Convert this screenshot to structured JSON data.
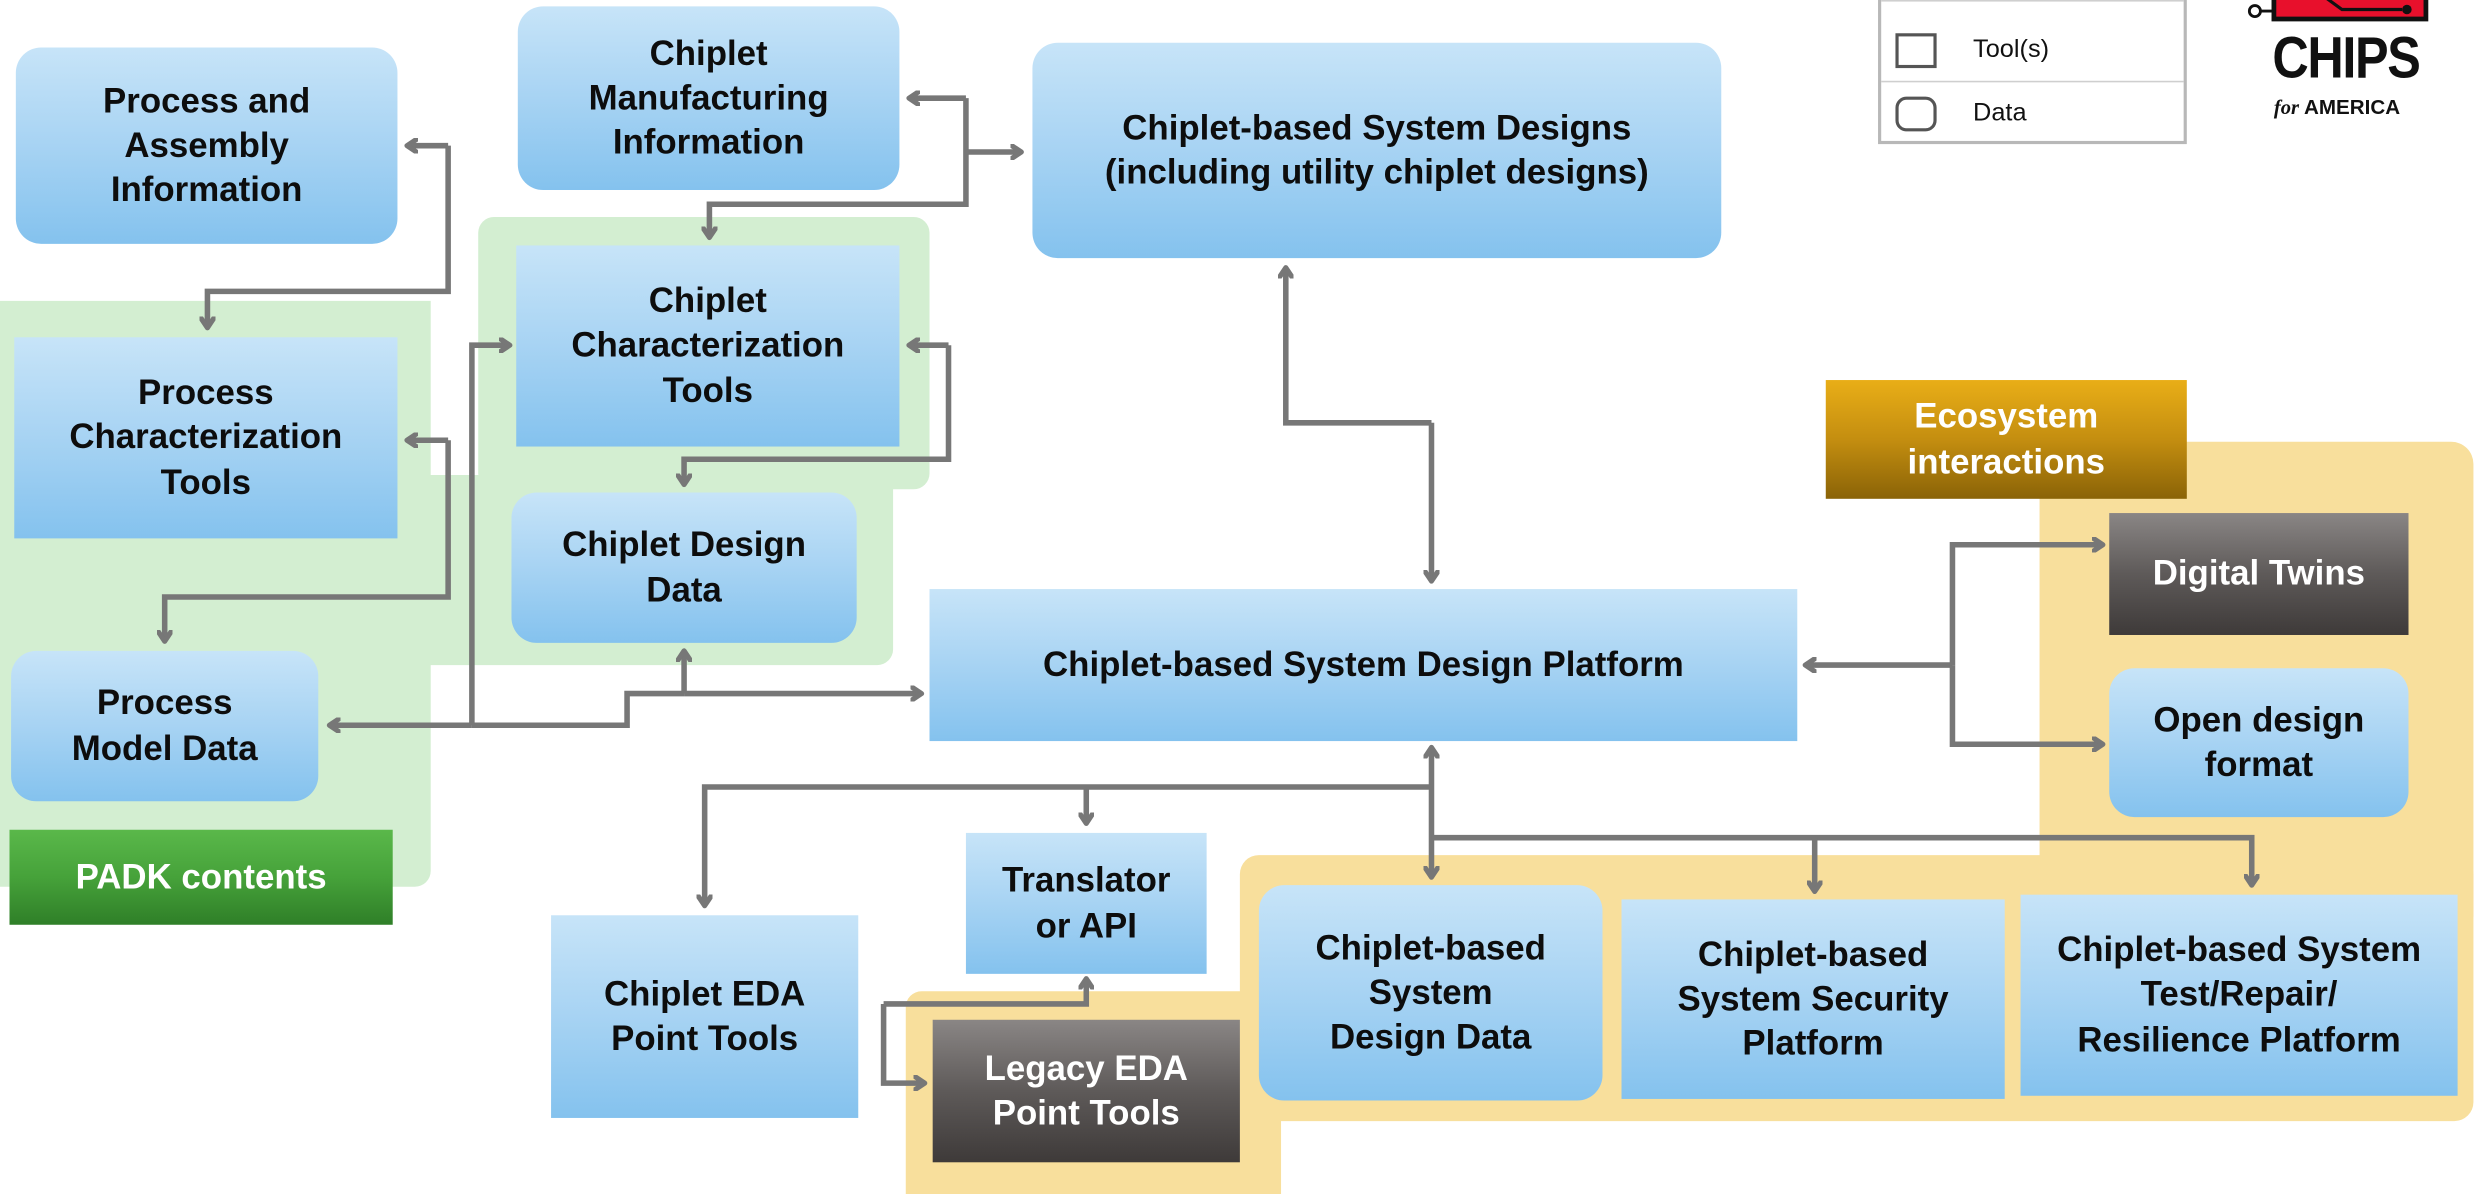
{
  "legend": {
    "tools_label": "Tool(s)",
    "data_label": "Data"
  },
  "logo": {
    "title": "CHIPS",
    "for": "for",
    "country": "AMERICA"
  },
  "nodes": {
    "process_assembly_info": "Process and\nAssembly\nInformation",
    "chiplet_manufacturing_info": "Chiplet\nManufacturing\nInformation",
    "chiplet_system_designs": "Chiplet-based System Designs\n(including utility chiplet designs)",
    "chiplet_characterization_tools": "Chiplet\nCharacterization\nTools",
    "process_characterization_tools": "Process\nCharacterization\nTools",
    "chiplet_design_data": "Chiplet Design\nData",
    "process_model_data": "Process\nModel Data",
    "padk_contents": "PADK contents",
    "ecosystem_interactions": "Ecosystem\ninteractions",
    "digital_twins": "Digital Twins",
    "system_design_platform": "Chiplet-based System Design Platform",
    "open_design_format": "Open design\nformat",
    "translator_api": "Translator\nor API",
    "chiplet_eda_point_tools": "Chiplet EDA\nPoint Tools",
    "legacy_eda_point_tools": "Legacy EDA\nPoint Tools",
    "system_design_data": "Chiplet-based\nSystem\nDesign Data",
    "system_security_platform": "Chiplet-based\nSystem Security\nPlatform",
    "system_test_repair_platform": "Chiplet-based System\nTest/Repair/\nResilience Platform"
  },
  "colors": {
    "padk_region": "#d3eed1",
    "ecosystem_region": "#f8df9c",
    "box_light_blue": "#a7d3f3",
    "box_dark_gray": "#5e5a59",
    "ecosystem_label": "#c48e10",
    "padk_label": "#46a23a",
    "arrow": "#777777",
    "logo_red": "#e8102c"
  }
}
